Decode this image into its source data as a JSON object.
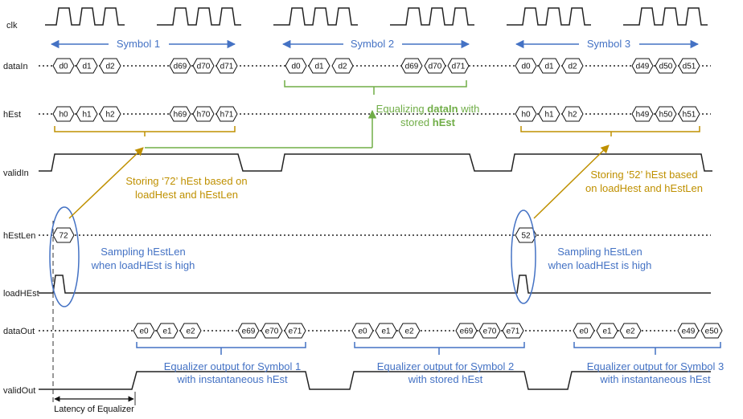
{
  "signals": {
    "clk": "clk",
    "dataIn": "dataIn",
    "hEst": "hEst",
    "validIn": "validIn",
    "hEstLen": "hEstLen",
    "loadHEst": "loadHEst",
    "dataOut": "dataOut",
    "validOut": "validOut"
  },
  "symbols": {
    "s1": "Symbol 1",
    "s2": "Symbol 2",
    "s3": "Symbol 3"
  },
  "hex": {
    "dataIn": [
      [
        "d0",
        "d1",
        "d2",
        "d69",
        "d70",
        "d71"
      ],
      [
        "d0",
        "d1",
        "d2",
        "d69",
        "d70",
        "d71"
      ],
      [
        "d0",
        "d1",
        "d2",
        "d49",
        "d50",
        "d51"
      ]
    ],
    "hEst": [
      [
        "h0",
        "h1",
        "h2",
        "h69",
        "h70",
        "h71"
      ],
      [
        "h0",
        "h1",
        "h2",
        "h49",
        "h50",
        "h51"
      ]
    ],
    "hEstLen": [
      "72",
      "52"
    ],
    "dataOut": [
      [
        "e0",
        "e1",
        "e2",
        "e69",
        "e70",
        "e71"
      ],
      [
        "e0",
        "e1",
        "e2",
        "e69",
        "e70",
        "e71"
      ],
      [
        "e0",
        "e1",
        "e2",
        "e49",
        "e50"
      ]
    ]
  },
  "annotations": {
    "equalizing": {
      "prefix": "Equalizing ",
      "strong1": "dataIn",
      "suffix": " with",
      "line2a": "stored ",
      "strong2": "hEst"
    },
    "storing72": [
      "Storing ‘72’ hEst based on",
      "loadHest and hEstLen"
    ],
    "storing52": [
      "Storing ‘52’ hEst based",
      "on loadHest and hEstLen"
    ],
    "sampling1": [
      "Sampling hEstLen",
      "when loadHEst is high"
    ],
    "sampling2": [
      "Sampling hEstLen",
      "when loadHEst is high"
    ],
    "out1": [
      "Equalizer output for Symbol 1",
      "with instantaneous hEst"
    ],
    "out2": [
      "Equalizer output for Symbol 2",
      "with stored hEst"
    ],
    "out3": [
      "Equalizer output for Symbol 3",
      "with instantaneous hEst"
    ],
    "latency": "Latency of Equalizer"
  },
  "colors": {
    "blue": "#4472c4",
    "gold": "#bf9000",
    "green": "#70ad47",
    "black": "#111111"
  }
}
